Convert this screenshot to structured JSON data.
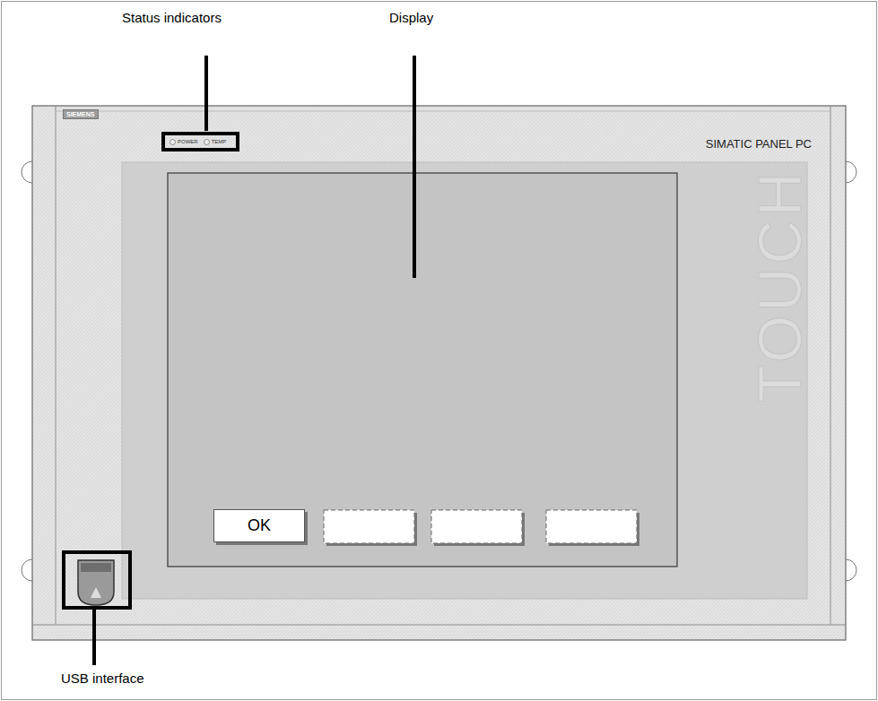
{
  "diagram": {
    "nodes": [
      {
        "text": [
          "SIEMENS"
        ]
      },
      {
        "text": [
          "POWER",
          "TEMP"
        ]
      },
      {
        "text": [
          "OK"
        ]
      }
    ],
    "labels": [
      "Status indicators",
      "Display",
      "USB interface",
      "SIMATIC PANEL PC",
      "TOUCH"
    ]
  }
}
